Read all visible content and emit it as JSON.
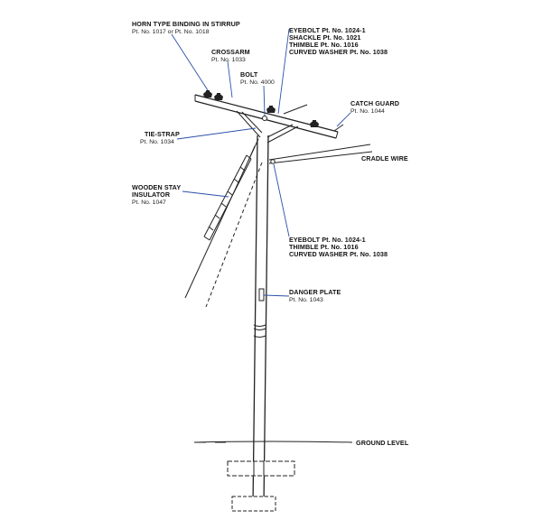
{
  "labels": {
    "horn_binding": {
      "line1": "HORN TYPE BINDING IN STIRRUP",
      "line2": "Pt. No. 1017 or Pt. No. 1018"
    },
    "crossarm": {
      "line1": "CROSSARM",
      "line2": "Pt. No. 1033"
    },
    "bolt": {
      "line1": "BOLT",
      "line2": "Pt. No. 4000"
    },
    "eyebolt_top": {
      "line1": "EYEBOLT Pt. No. 1024-1",
      "line2": "SHACKLE Pt. No. 1021",
      "line3": "THIMBLE Pt. No. 1016",
      "line4": "CURVED WASHER Pt. No. 1038"
    },
    "catch_guard": {
      "line1": "CATCH GUARD",
      "line2": "Pt. No. 1044"
    },
    "tie_strap": {
      "line1": "TIE-STRAP",
      "line2": "Pt. No. 1034"
    },
    "cradle_wire": {
      "line1": "CRADLE WIRE"
    },
    "stay_insulator": {
      "line1": "WOODEN STAY",
      "line2": "INSULATOR",
      "line3": "Pt. No. 1047"
    },
    "eyebolt_bottom": {
      "line1": "EYEBOLT Pt. No. 1024-1",
      "line2": "THIMBLE Pt. No. 1016",
      "line3": "CURVED WASHER Pt. No. 1038"
    },
    "danger_plate": {
      "line1": "DANGER PLATE",
      "line2": "Pt. No. 1043"
    },
    "ground_level": {
      "line1": "GROUND LEVEL"
    }
  },
  "colors": {
    "ink": "#222222",
    "leader": "#2b4fa8",
    "background": "#ffffff"
  }
}
